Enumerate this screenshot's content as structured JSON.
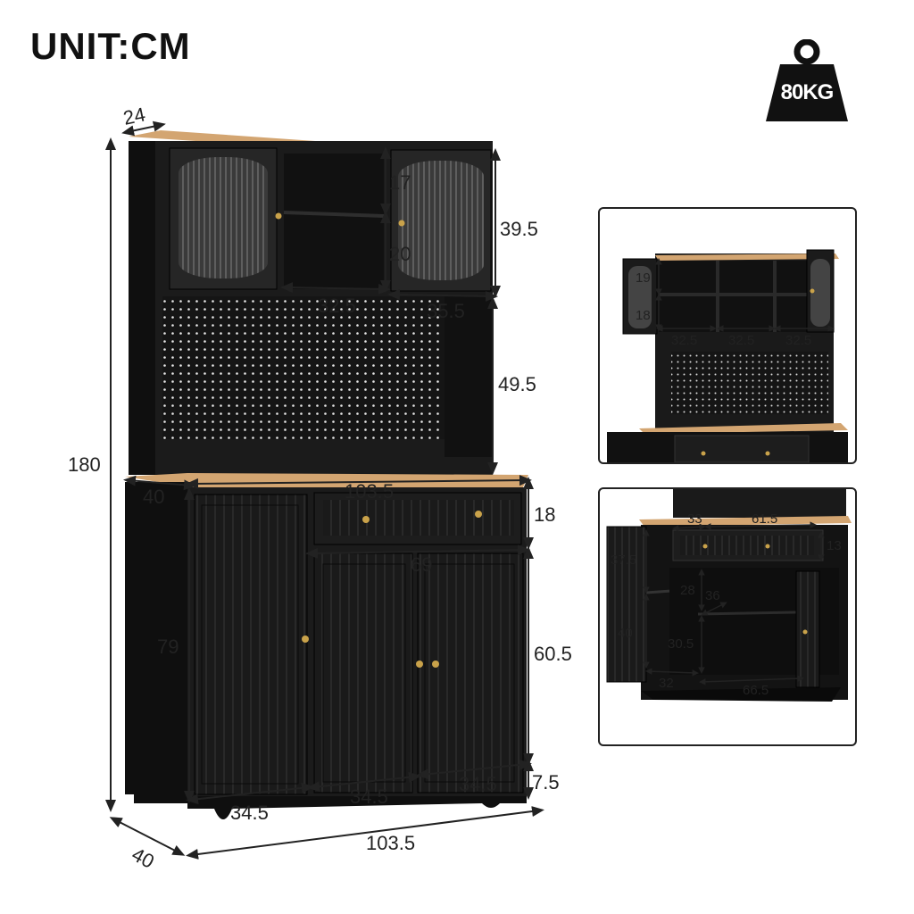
{
  "header": {
    "unit_label": "UNIT:CM",
    "weight_label": "80KG"
  },
  "main_view": {
    "depth_top": "24",
    "height_total": "180",
    "upper_cabinet_height": "39.5",
    "shelf_upper": "17",
    "shelf_lower": "20",
    "open_shelf_width": "32.5",
    "door_width": "35.5",
    "pegboard_height": "49.5",
    "counter_depth": "40",
    "counter_width": "103.5",
    "drawer_height": "18",
    "drawer_width": "69",
    "side_cabinet_height": "79",
    "lower_cabinet_height": "60.5",
    "bottom_width_left": "34.5",
    "bottom_width_mid": "34.5",
    "bottom_width_right": "34.5",
    "base_height": "7.5",
    "base_depth": "40",
    "base_width": "103.5"
  },
  "detail_top": {
    "shelf_upper": "19",
    "shelf_lower": "18",
    "width_left": "32.5",
    "width_mid": "32.5",
    "width_right": "32.5"
  },
  "detail_bottom": {
    "top_left": "33",
    "top_right": "61.5",
    "drawer_h": "13",
    "side_upper": "37.5",
    "side_lower": "40",
    "inner_upper": "28",
    "inner_depth": "36",
    "inner_lower": "30.5",
    "bottom_left": "32",
    "bottom_right": "66.5"
  },
  "colors": {
    "cabinet": "#1b1b1b",
    "cabinet_dark": "#0f0f0f",
    "wood_top": "#d3a571",
    "brass": "#c9a24a"
  }
}
